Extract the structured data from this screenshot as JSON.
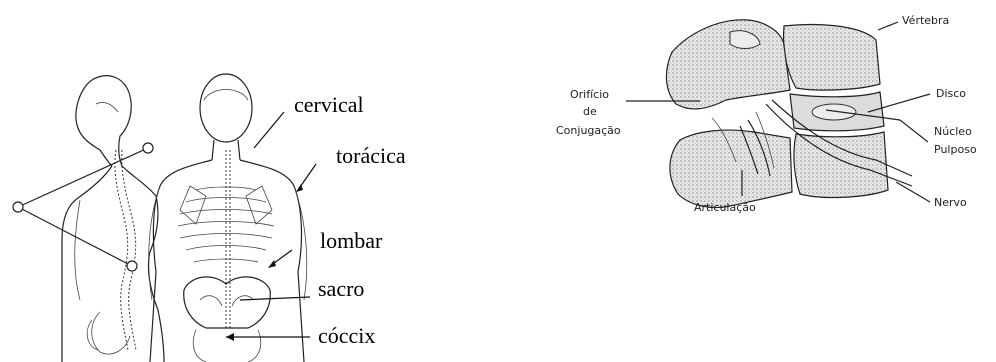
{
  "left_figure": {
    "labels": {
      "cervical": "cervical",
      "toracica": "torácica",
      "lombar": "lombar",
      "sacro": "sacro",
      "coccix": "cóccix"
    }
  },
  "right_figure": {
    "labels": {
      "vertebra": "Vértebra",
      "disco": "Disco",
      "nucleo_line1": "Núcleo",
      "nucleo_line2": "Pulposo",
      "nervo": "Nervo",
      "orificio_line1": "Orifício",
      "orificio_line2": "de",
      "orificio_line3": "Conjugação",
      "articulacao": "Articulação"
    }
  }
}
